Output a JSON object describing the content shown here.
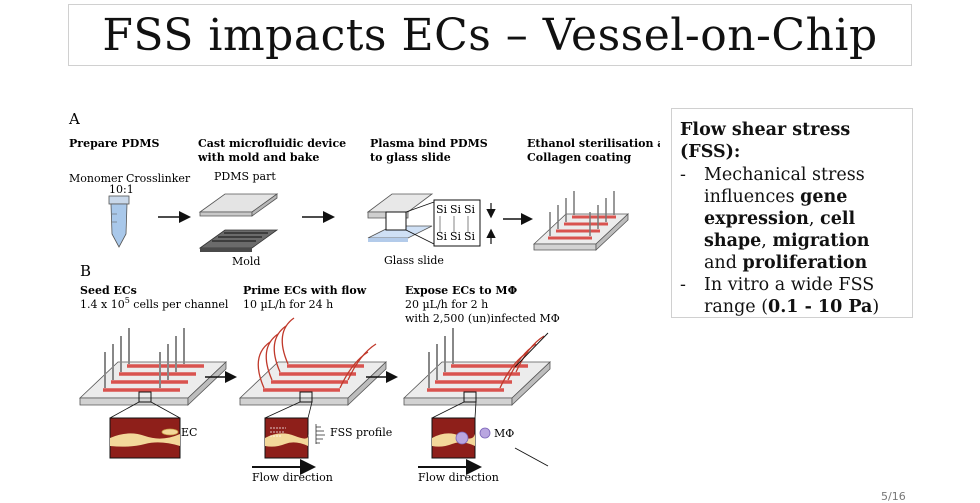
{
  "slide": {
    "title": "FSS impacts ECs – Vessel-on-Chip",
    "page_number": "5/16"
  },
  "panel_a": {
    "letter": "A",
    "steps": [
      {
        "title": "Prepare PDMS"
      },
      {
        "title_line1": "Cast microfluidic device",
        "title_line2": "with mold and bake"
      },
      {
        "title_line1": "Plasma bind PDMS",
        "title_line2": "to glass slide"
      },
      {
        "title_line1": "Ethanol sterilisation and",
        "title_line2": "Collagen coating"
      }
    ],
    "labels": {
      "monomer": "Monomer",
      "crosslinker": "Crosslinker",
      "ratio": "10:1",
      "pdms_part": "PDMS part",
      "mold": "Mold",
      "glass_slide": "Glass slide",
      "si": "Si"
    }
  },
  "panel_b": {
    "letter": "B",
    "steps": [
      {
        "title": "Seed ECs",
        "line1_prefix": "1.4 x 10",
        "line1_sup": "5",
        "line1_suffix": " cells per channel"
      },
      {
        "title": "Prime ECs with flow",
        "line1": "10 µL/h for 24 h"
      },
      {
        "title": "Expose ECs to MΦ",
        "line1": "20 µL/h for 2 h",
        "line2": "with 2,500 (un)infected MΦ"
      }
    ],
    "legend": {
      "ec": "EC",
      "fss_profile": "FSS profile",
      "macrophage": "MΦ"
    },
    "flow_direction": "Flow direction"
  },
  "info": {
    "heading": "Flow shear stress (FSS):",
    "bullet1": {
      "dash": "-",
      "t1": "Mechanical stress influences ",
      "b1": "gene expression",
      "t2": ", ",
      "b2": "cell shape",
      "t3": ", ",
      "b3": "migration",
      "t4": " and ",
      "b4": "proliferation"
    },
    "bullet2": {
      "dash": "-",
      "t1": "In vitro a wide FSS range (",
      "b1": "0.1 - 10 Pa",
      "t2": ")"
    }
  },
  "colors": {
    "channel_red": "#d9534f",
    "tube_blue": "#a9c8ea",
    "membrane_red": "#c0392b",
    "ec_yellow": "#f3d89a",
    "macrophage_purple": "#b9a6e0"
  }
}
